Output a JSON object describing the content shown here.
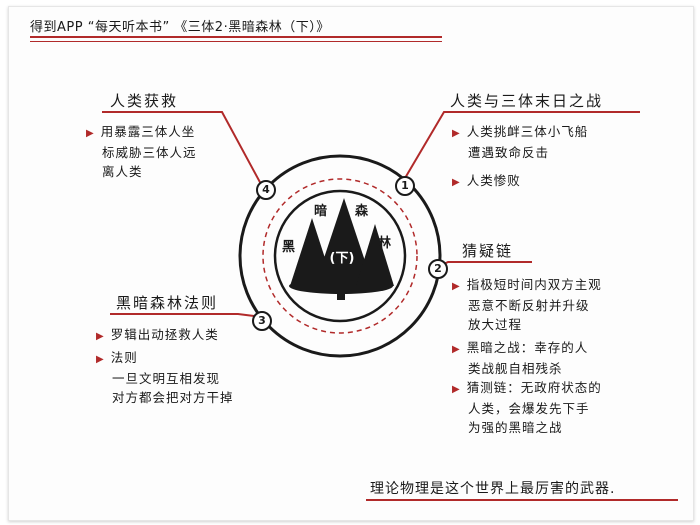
{
  "header": {
    "title": "得到APP “每天听本书” 《三体2·黑暗森林（下）》"
  },
  "center": {
    "chars": [
      "黑",
      "暗",
      "森",
      "林"
    ],
    "badge": "(下)"
  },
  "sections": [
    {
      "num": "1",
      "title": "人类与三体末日之战",
      "items": [
        [
          "人类挑衅三体小飞船",
          "遭遇致命反击"
        ],
        [
          "人类惨败"
        ]
      ]
    },
    {
      "num": "2",
      "title": "猜疑链",
      "items": [
        [
          "指极短时间内双方主观",
          "恶意不断反射并升级",
          "放大过程"
        ],
        [
          "黑暗之战：幸存的人",
          "类战舰自相残杀"
        ],
        [
          "猜测链：无政府状态的",
          "人类，会爆发先下手",
          "为强的黑暗之战"
        ]
      ]
    },
    {
      "num": "3",
      "title": "黑暗森林法则",
      "items": [
        [
          "罗辑出动拯救人类"
        ],
        [
          "法则",
          "一旦文明互相发现",
          "对方都会把对方干掉"
        ]
      ]
    },
    {
      "num": "4",
      "title": "人类获救",
      "items": [
        [
          "用暴露三体人坐",
          "标威胁三体人远",
          "离人类"
        ]
      ]
    }
  ],
  "footer": {
    "text": "理论物理是这个世界上最厉害的武器."
  },
  "colors": {
    "accent": "#b12a2a",
    "ink": "#1a1a1a"
  }
}
